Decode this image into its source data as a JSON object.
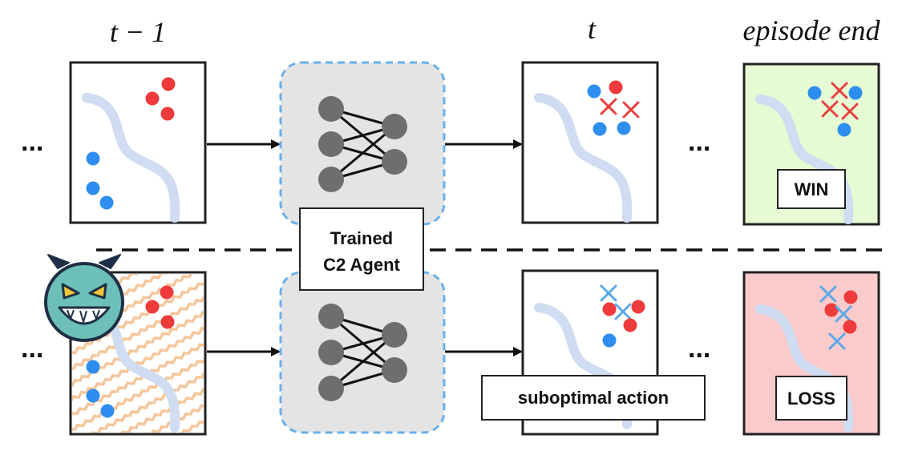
{
  "labels": {
    "t_minus_1": "t − 1",
    "t": "t",
    "episode_end": "episode end",
    "agent": [
      "Trained",
      "C2 Agent"
    ],
    "win": "WIN",
    "loss": "LOSS",
    "suboptimal": "suboptimal action",
    "ellipsis": "..."
  },
  "colors": {
    "blue_unit": "#2e8ef0",
    "red_unit": "#ee3a3a",
    "blue_cross": "#5aa8ea",
    "red_cross": "#e84040",
    "river": "#cfdcf2",
    "agent_bg": "#e4e4e4",
    "agent_border": "#6ab0ec",
    "neuron": "#6e6e6e",
    "win_bg": "#e6fad4",
    "loss_bg": "#fbcaca",
    "hatch": "#f6c69a",
    "devil": "#6cc0b8"
  }
}
